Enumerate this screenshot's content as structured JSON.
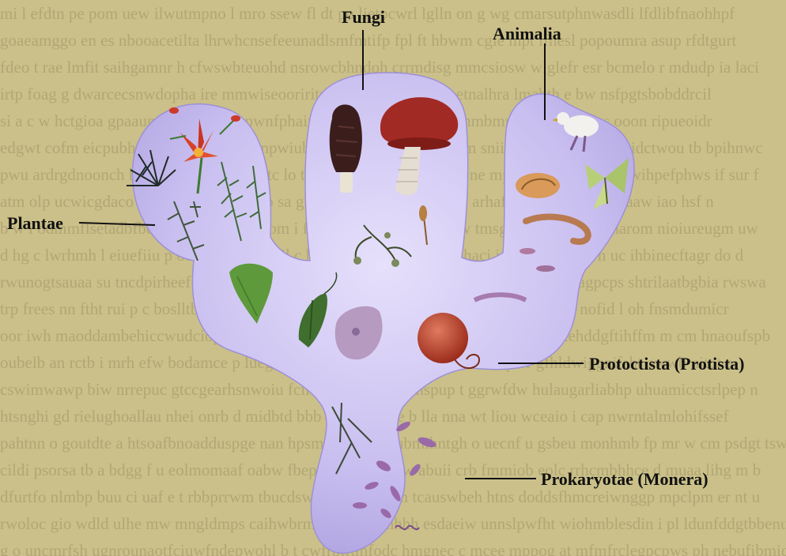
{
  "labels": {
    "fungi": "Fungi",
    "animalia": "Animalia",
    "plantae": "Plantae",
    "protoctista": "Protoctista (Protista)",
    "prokaryotae": "Prokaryotae (Monera)"
  },
  "colors": {
    "background": "#cbc089",
    "body_fill": "#c8bff0",
    "label_text": "#111111",
    "leader_line": "#111111"
  }
}
